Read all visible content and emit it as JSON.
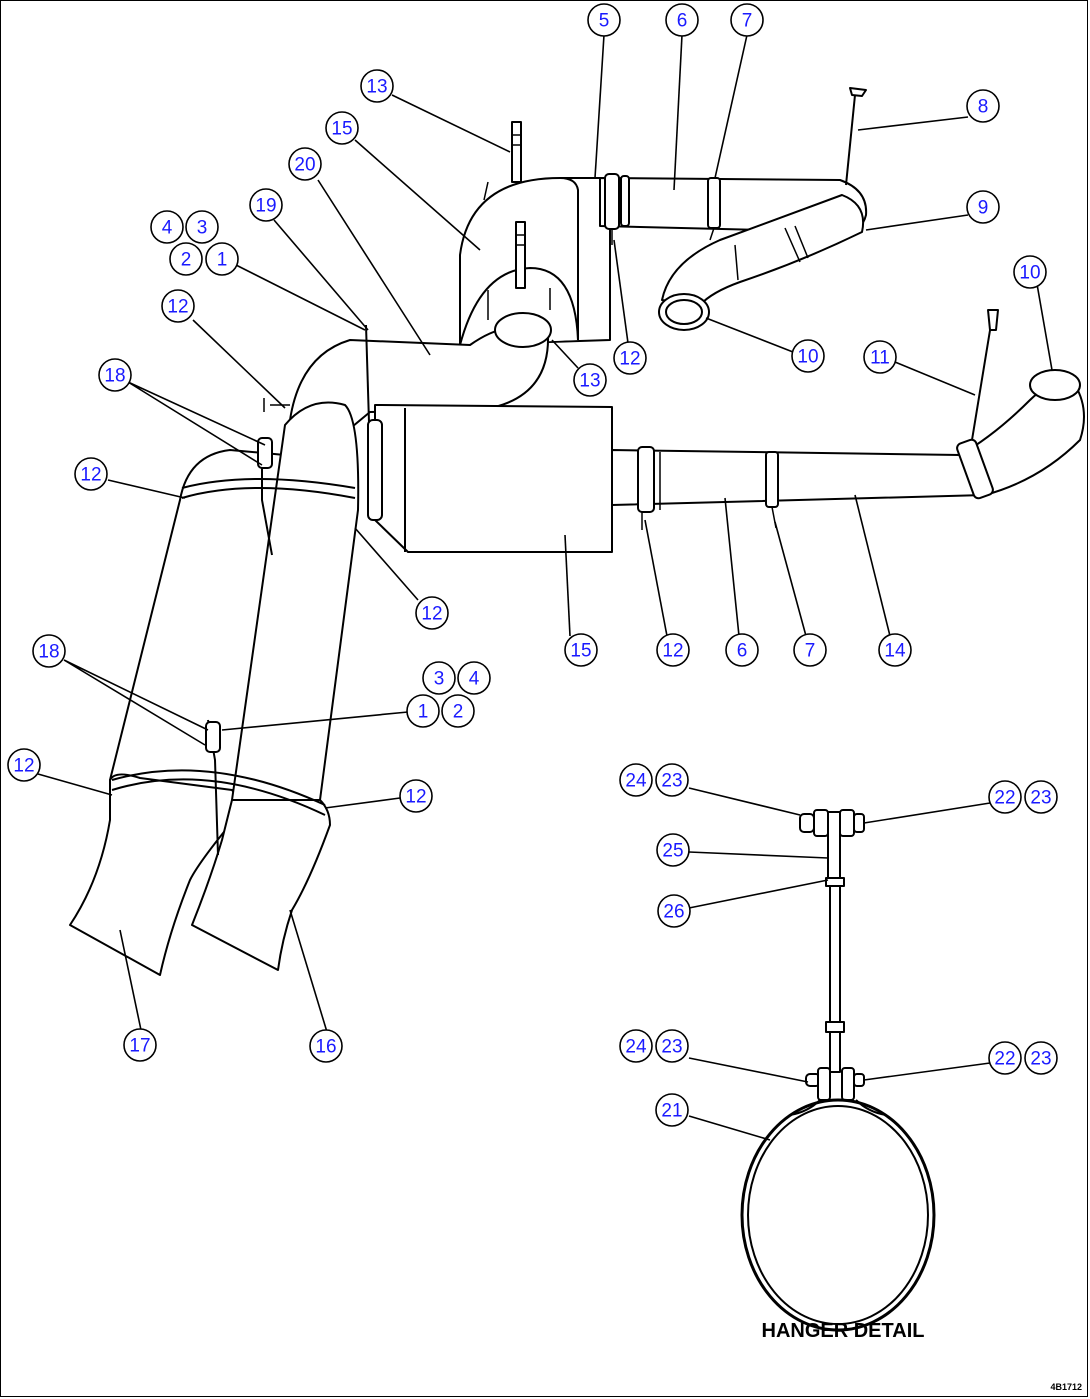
{
  "colors": {
    "callout_text": "#1a1aff",
    "line": "#000000",
    "background": "#ffffff"
  },
  "caption": "HANGER DETAIL",
  "drawing_code": "4B1712",
  "callouts": [
    {
      "id": "c5",
      "label": "5"
    },
    {
      "id": "c6a",
      "label": "6"
    },
    {
      "id": "c7a",
      "label": "7"
    },
    {
      "id": "c13a",
      "label": "13"
    },
    {
      "id": "c15a",
      "label": "15"
    },
    {
      "id": "c8",
      "label": "8"
    },
    {
      "id": "c20",
      "label": "20"
    },
    {
      "id": "c9",
      "label": "9"
    },
    {
      "id": "c19",
      "label": "19"
    },
    {
      "id": "c4a",
      "label": "4"
    },
    {
      "id": "c3a",
      "label": "3"
    },
    {
      "id": "c2a",
      "label": "2"
    },
    {
      "id": "c1a",
      "label": "1"
    },
    {
      "id": "c10a",
      "label": "10"
    },
    {
      "id": "c12a",
      "label": "12"
    },
    {
      "id": "c10b",
      "label": "10"
    },
    {
      "id": "c11",
      "label": "11"
    },
    {
      "id": "c12b",
      "label": "12"
    },
    {
      "id": "c13b",
      "label": "13"
    },
    {
      "id": "c18a",
      "label": "18"
    },
    {
      "id": "c12c",
      "label": "12"
    },
    {
      "id": "c12d",
      "label": "12"
    },
    {
      "id": "c15b",
      "label": "15"
    },
    {
      "id": "c12e",
      "label": "12"
    },
    {
      "id": "c6b",
      "label": "6"
    },
    {
      "id": "c7b",
      "label": "7"
    },
    {
      "id": "c14",
      "label": "14"
    },
    {
      "id": "c18b",
      "label": "18"
    },
    {
      "id": "c3b",
      "label": "3"
    },
    {
      "id": "c4b",
      "label": "4"
    },
    {
      "id": "c1b",
      "label": "1"
    },
    {
      "id": "c2b",
      "label": "2"
    },
    {
      "id": "c12f",
      "label": "12"
    },
    {
      "id": "c12g",
      "label": "12"
    },
    {
      "id": "c24a",
      "label": "24"
    },
    {
      "id": "c23a",
      "label": "23"
    },
    {
      "id": "c22a",
      "label": "22"
    },
    {
      "id": "c23b",
      "label": "23"
    },
    {
      "id": "c25",
      "label": "25"
    },
    {
      "id": "c26",
      "label": "26"
    },
    {
      "id": "c17",
      "label": "17"
    },
    {
      "id": "c16",
      "label": "16"
    },
    {
      "id": "c24b",
      "label": "24"
    },
    {
      "id": "c23c",
      "label": "23"
    },
    {
      "id": "c22b",
      "label": "22"
    },
    {
      "id": "c23d",
      "label": "23"
    },
    {
      "id": "c21",
      "label": "21"
    }
  ]
}
